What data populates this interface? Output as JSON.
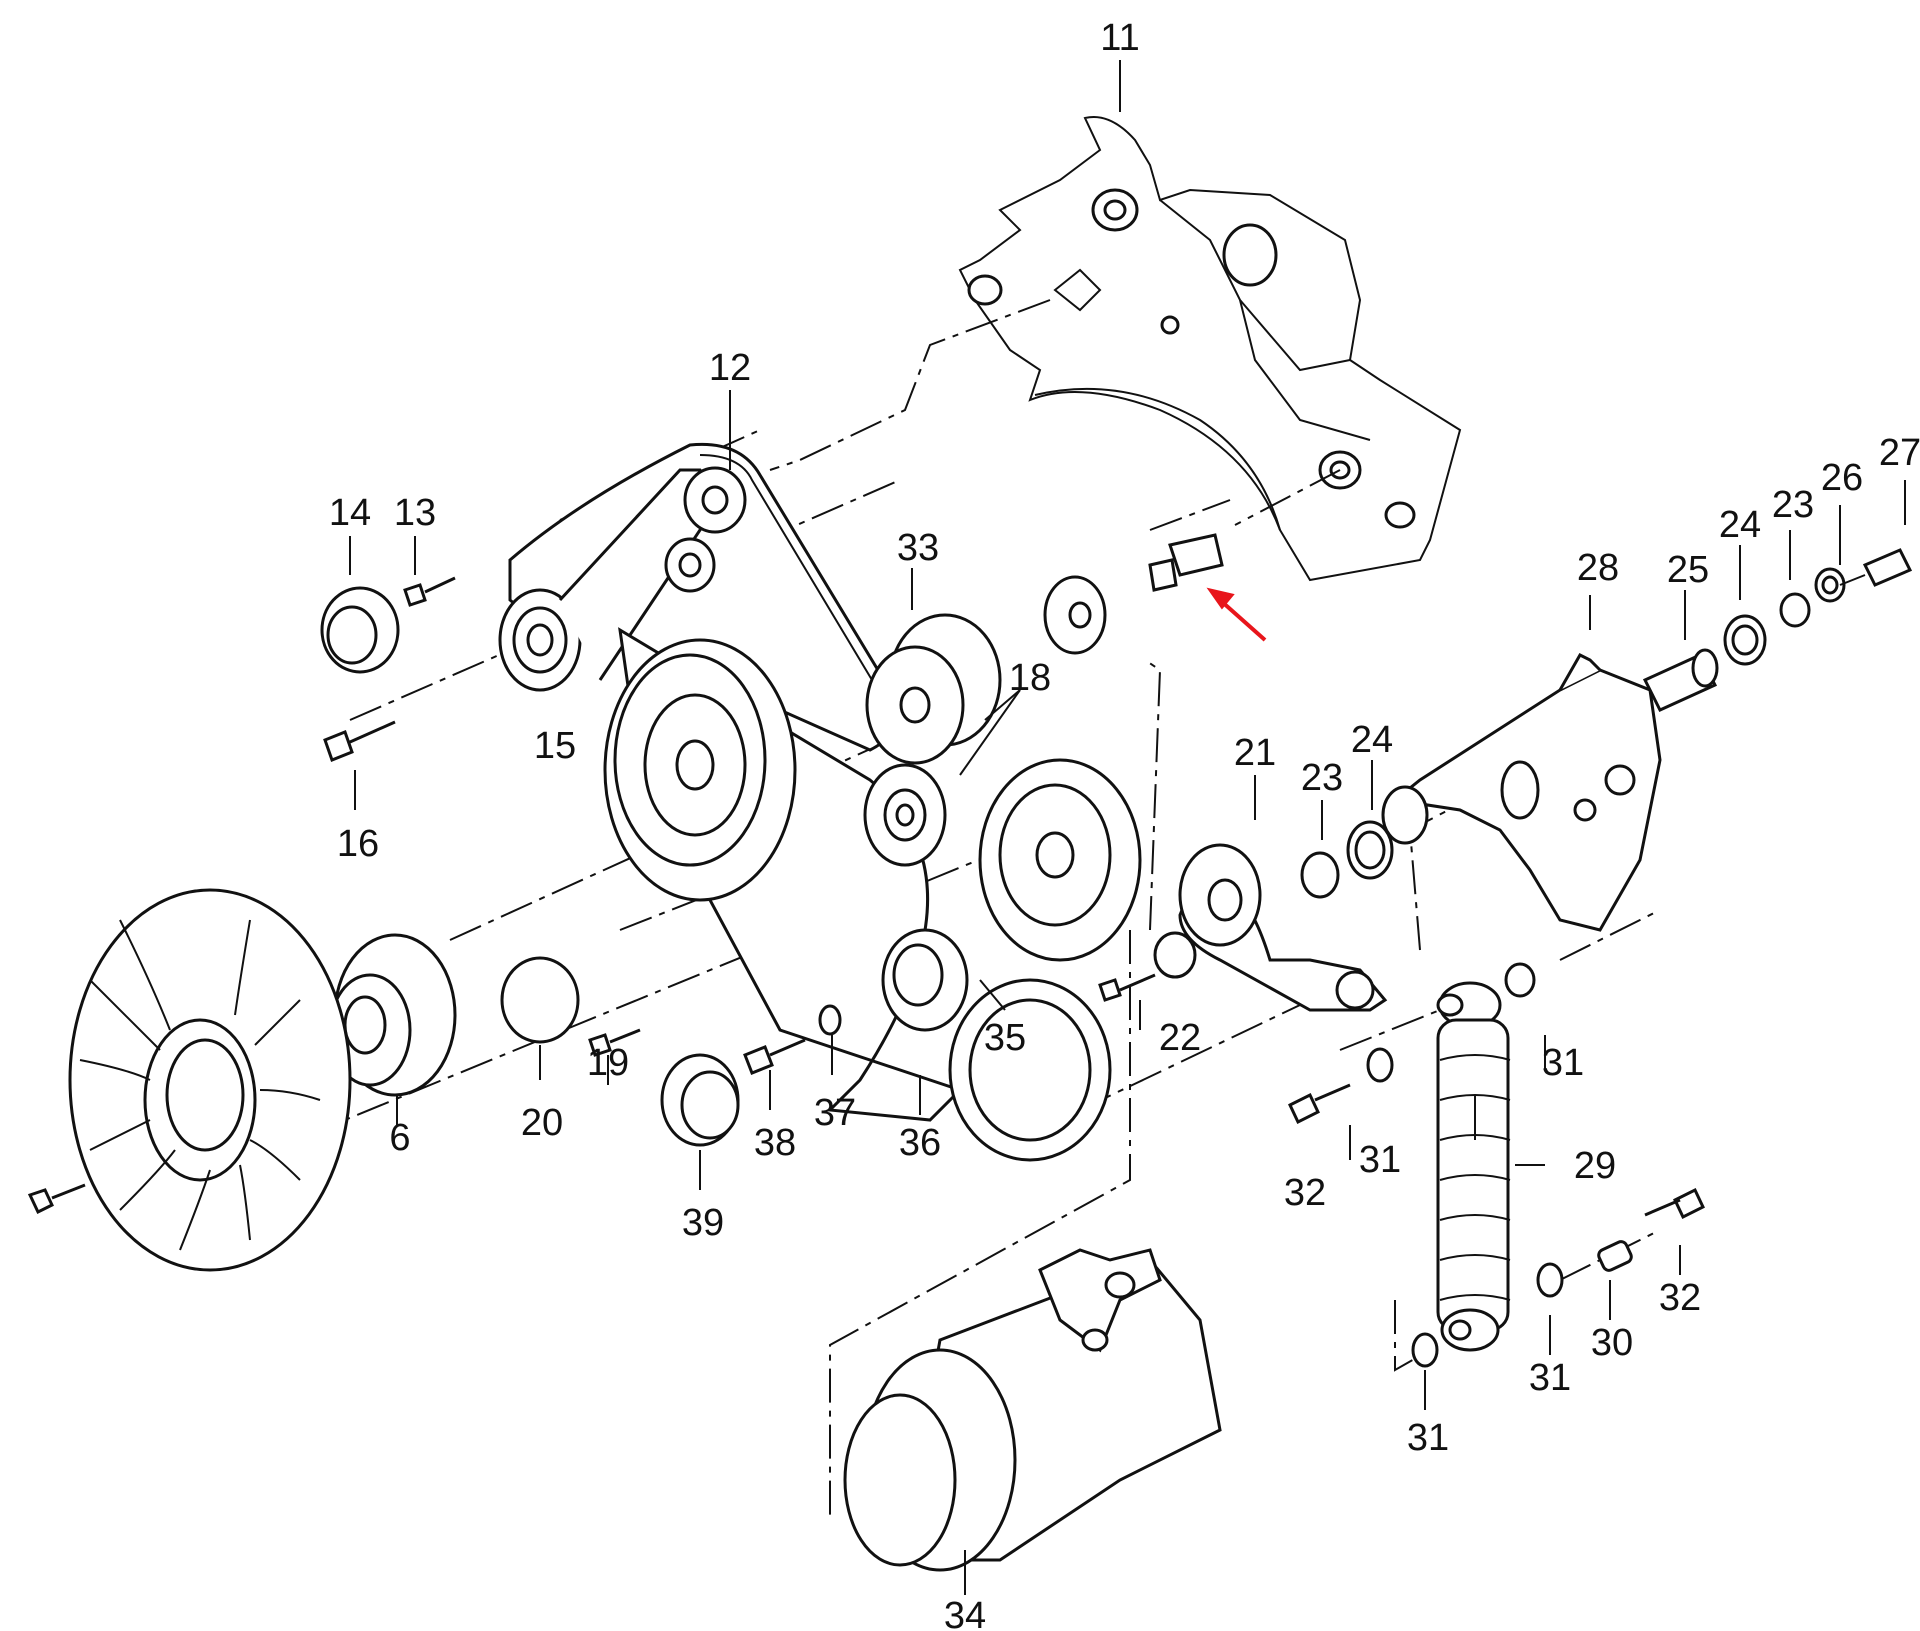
{
  "diagram": {
    "labels": {
      "p6": "6",
      "p11": "11",
      "p12": "12",
      "p13": "13",
      "p14": "14",
      "p15": "15",
      "p16": "16",
      "p18": "18",
      "p19": "19",
      "p20": "20",
      "p21": "21",
      "p22": "22",
      "p23a": "23",
      "p23b": "23",
      "p24a": "24",
      "p24b": "24",
      "p25": "25",
      "p26": "26",
      "p27": "27",
      "p28": "28",
      "p29": "29",
      "p30": "30",
      "p31a": "31",
      "p31b": "31",
      "p31c": "31",
      "p31d": "31",
      "p32a": "32",
      "p32b": "32",
      "p33": "33",
      "p34": "34",
      "p35": "35",
      "p36": "36",
      "p37": "37",
      "p38": "38",
      "p39": "39"
    },
    "highlight_arrow_color": "#e8151b",
    "line_color": "#111111"
  }
}
